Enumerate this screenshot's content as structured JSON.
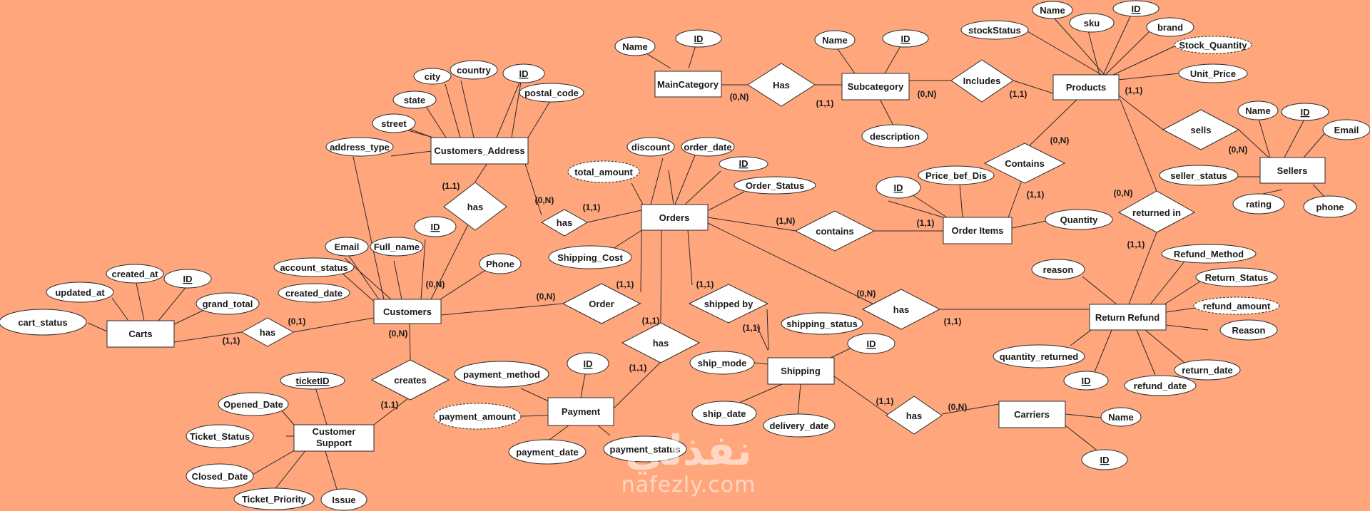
{
  "colors": {
    "background": "#FFA67C",
    "shape_fill": "#FFFFFF",
    "stroke": "#2B2B2B"
  },
  "entities": {
    "main_category": "MainCategory",
    "subcategory": "Subcategory",
    "products": "Products",
    "customers_address": "Customers_Address",
    "orders": "Orders",
    "sellers": "Sellers",
    "order_items": "Order Items",
    "customers": "Customers",
    "carts": "Carts",
    "return_refund": "Return Refund",
    "shipping": "Shipping",
    "payment": "Payment",
    "carriers": "Carriers",
    "customer_support": [
      "Customer",
      "Support"
    ]
  },
  "relationships": {
    "has_category": "Has",
    "includes": "Includes",
    "contains_products": "Contains",
    "sells": "sells",
    "returned_in": "returned in",
    "has_address": "has",
    "has_orders": "has",
    "contains_items": "contains",
    "order": "Order",
    "shipped_by": "shipped by",
    "has_return": "has",
    "has_cart": "has",
    "creates": "creates",
    "has_payment": "has",
    "has_carrier": "has"
  },
  "attributes": {
    "maincategory_name": "Name",
    "maincategory_id": "ID",
    "subcategory_name": "Name",
    "subcategory_id": "ID",
    "subcategory_description": "description",
    "products_stock_status": "stockStatus",
    "products_name": "Name",
    "products_sku": "sku",
    "products_id": "ID",
    "products_brand": "brand",
    "products_stock_quantity": "Stock_Quantity",
    "products_unit_price": "Unit_Price",
    "sellers_name": "Name",
    "sellers_id": "ID",
    "sellers_email": "Email",
    "sellers_status": "seller_status",
    "sellers_rating": "rating",
    "sellers_phone": "phone",
    "address_city": "city",
    "address_country": "country",
    "address_id": "ID",
    "address_postal_code": "postal_code",
    "address_state": "state",
    "address_street": "street",
    "address_type": "address_type",
    "orders_discount": "discount",
    "orders_order_date": "order_date",
    "orders_id": "ID",
    "orders_total_amount": "total_amount",
    "orders_status": "Order_Status",
    "orders_shipping_cost": "Shipping_Cost",
    "items_price_bef_dis": "Price_bef_Dis",
    "items_id": "ID",
    "items_quantity": "Quantity",
    "customers_email": "Email",
    "customers_full_name": "Full_name",
    "customers_id": "ID",
    "customers_account_status": "account_status",
    "customers_created_date": "created_date",
    "customers_phone": "Phone",
    "carts_created_at": "created_at",
    "carts_id": "ID",
    "carts_updated_at": "updated_at",
    "carts_grand_total": "grand_total",
    "carts_status": "cart_status",
    "refund_reason_lower": "reason",
    "refund_method": "Refund_Method",
    "refund_status": "Return_Status",
    "refund_amount": "refund_amount",
    "refund_reason_upper": "Reason",
    "refund_quantity_returned": "quantity_returned",
    "refund_id": "ID",
    "refund_date": "refund_date",
    "refund_return_date": "return_date",
    "shipping_status": "shipping_status",
    "shipping_id": "ID",
    "shipping_ship_mode": "ship_mode",
    "shipping_ship_date": "ship_date",
    "shipping_delivery_date": "delivery_date",
    "carriers_name": "Name",
    "carriers_id": "ID",
    "payment_method": "payment_method",
    "payment_id": "ID",
    "payment_amount": "payment_amount",
    "payment_date": "payment_date",
    "payment_status": "payment_status",
    "ticket_id": "ticketID",
    "ticket_opened_date": "Opened_Date",
    "ticket_status": "Ticket_Status",
    "ticket_closed_date": "Closed_Date",
    "ticket_priority": "Ticket_Priority",
    "ticket_issue": "Issue"
  },
  "cardinalities": {
    "main_has": "(0,N)",
    "sub_has": "(1,1)",
    "sub_includes": "(0,N)",
    "prod_includes": "(1,1)",
    "prod_sells": "(1,1)",
    "contains_products": "(0,N)",
    "sells_sellers": "(0,N)",
    "returned_products": "(0,N)",
    "returned_refund": "(1,1)",
    "contains_items": "(1,1)",
    "address_has": "(1.1)",
    "address_has_orders": "(0,N)",
    "orders_has": "(1,1)",
    "orders_contains": "(1,N)",
    "items_contains": "(1,1)",
    "customers_has": "(0,N)",
    "customers_order": "(0,N)",
    "orders_order": "(1,1)",
    "orders_shipped": "(1,1)",
    "shipping_shipped": "(1,1)",
    "orders_has_return": "(0,N)",
    "refund_has": "(1,1)",
    "carts_has": "(1,1)",
    "customers_cart": "(0,1)",
    "customers_creates": "(0,N)",
    "support_creates": "(1.1)",
    "orders_has_payment": "(1,1)",
    "payment_has": "(1,1)",
    "shipping_has": "(1,1)",
    "carriers_has": "(0,N)"
  },
  "watermark": {
    "arabic": "نفذلي",
    "url": "nafezly.com"
  }
}
